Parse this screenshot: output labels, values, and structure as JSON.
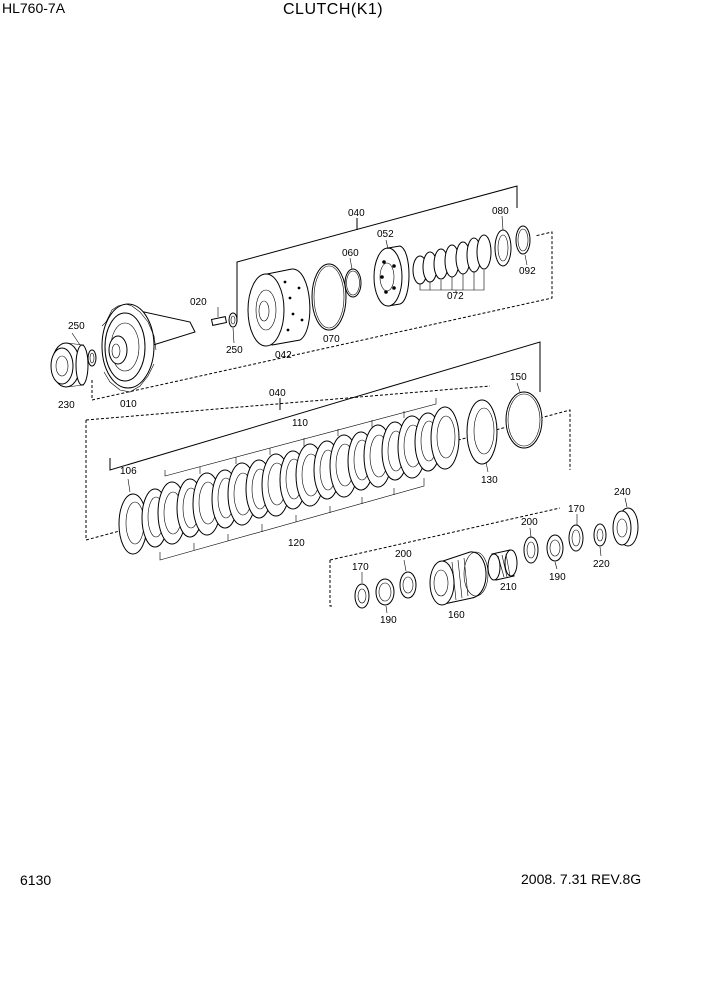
{
  "header": {
    "model": "HL760-7A",
    "title": "CLUTCH(K1)"
  },
  "footer": {
    "page_number": "6130",
    "revision": "2008. 7.31  REV.8G"
  },
  "part_labels": {
    "p040_top": "040",
    "p080": "080",
    "p052": "052",
    "p060": "060",
    "p092": "092",
    "p072": "072",
    "p020": "020",
    "p250_left": "250",
    "p250_mid": "250",
    "p042": "042",
    "p070": "070",
    "p230": "230",
    "p010": "010",
    "p040_mid": "040",
    "p150": "150",
    "p110": "110",
    "p106": "106",
    "p130": "130",
    "p120": "120",
    "p240": "240",
    "p200_right": "200",
    "p170_right": "170",
    "p190_right": "190",
    "p220": "220",
    "p210": "210",
    "p200_left": "200",
    "p170_left": "170",
    "p190_left": "190",
    "p160": "160"
  }
}
